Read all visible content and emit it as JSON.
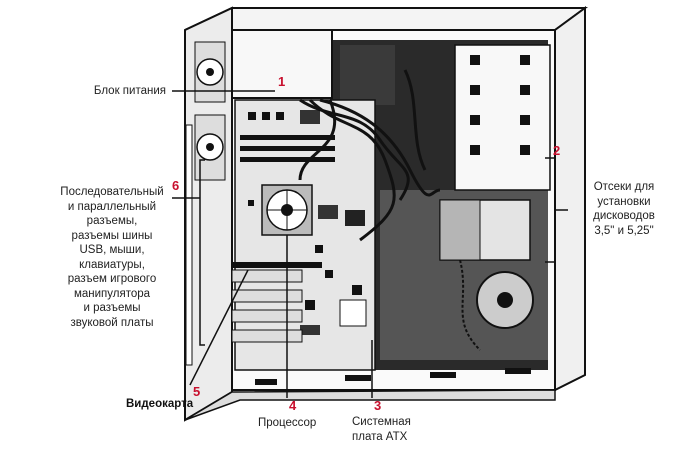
{
  "labels": {
    "psu": {
      "num": "1",
      "text": "Блок питания"
    },
    "drive_bays": {
      "num": "2",
      "lines": [
        "Отсеки для",
        "установки",
        "дисководов",
        "3,5\" и 5,25\""
      ]
    },
    "motherboard": {
      "num": "3",
      "lines": [
        "Системная",
        "плата ATX"
      ]
    },
    "cpu": {
      "num": "4",
      "text": "Процессор"
    },
    "video_card": {
      "num": "5",
      "text": "Видеокарта"
    },
    "ports": {
      "num": "6",
      "lines": [
        "Последовательный",
        "и параллельный",
        "разъемы,",
        "разъемы шины",
        "USB,  мыши,",
        "клавиатуры,",
        "разъем игрового",
        "манипулятора",
        "и разъемы",
        "звуковой платы"
      ]
    }
  },
  "colors": {
    "accent": "#c8102e",
    "ink": "#111111",
    "panel": "#f2f2f2"
  }
}
